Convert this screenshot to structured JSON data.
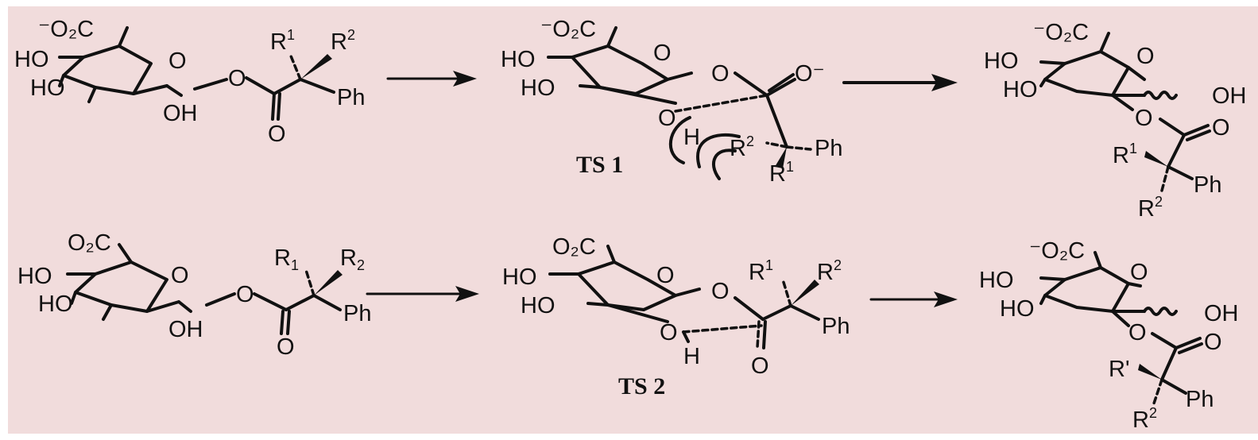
{
  "background_color": "#f1dcdc",
  "ink_color": "#111111",
  "labels": {
    "co2_charged": "⁻O₂C",
    "co2": "O₂C",
    "ho": "HO",
    "oh": "OH",
    "o": "O",
    "h": "H",
    "ph": "Ph",
    "o_minus": "O⁻",
    "r": "R",
    "r_sub": "R",
    "sup1": "1",
    "sup2": "2",
    "sub1": "1",
    "sub2": "2",
    "r_prime": "R'",
    "wavy_oh": "OH"
  },
  "transition_states": {
    "ts1": "TS 1",
    "ts2": "TS 2"
  }
}
